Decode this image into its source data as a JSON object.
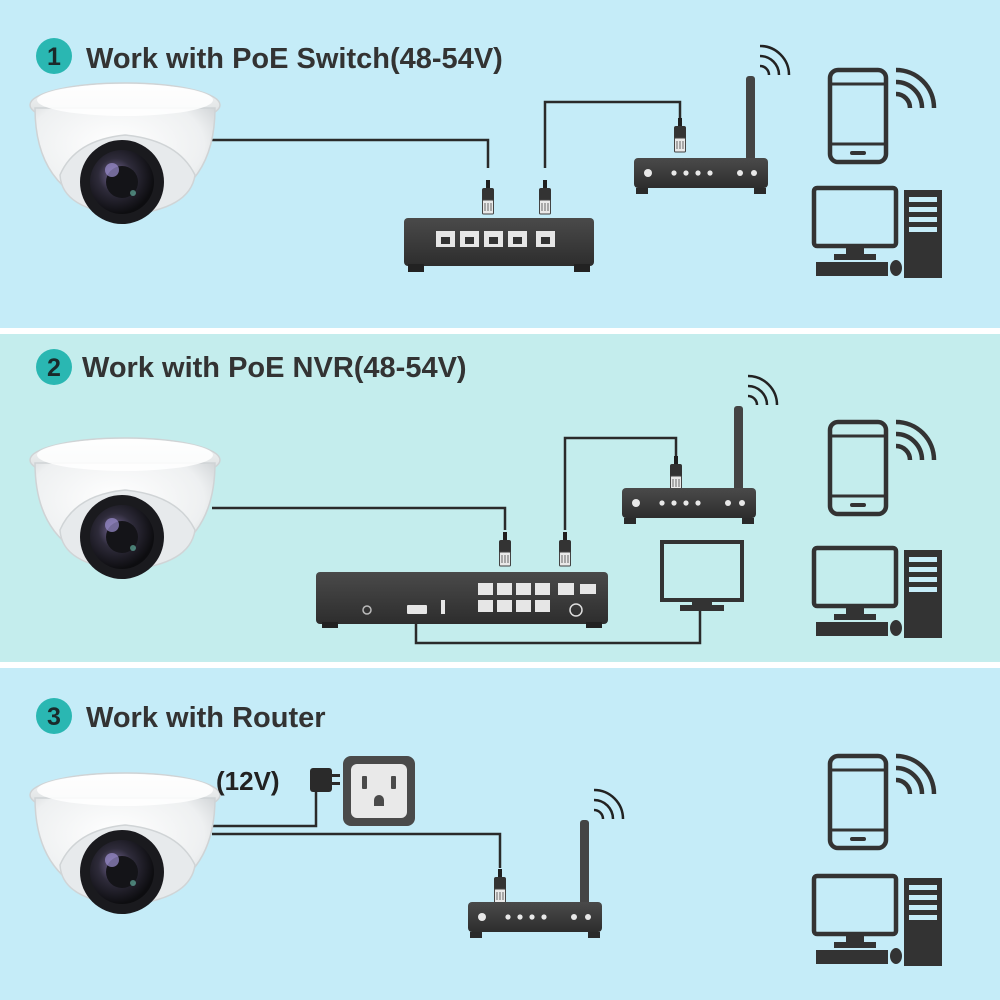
{
  "colors": {
    "panel_1": "#c5ecf8",
    "panel_2": "#c4eded",
    "panel_3": "#c5ecf8",
    "badge": "#2ab7b2",
    "device_dark": "#3b3b3b",
    "cable": "#2a2a2a",
    "title_text": "#333333"
  },
  "sections": [
    {
      "number": "1",
      "title": "Work with PoE Switch(48-54V)",
      "devices": [
        "dome-camera",
        "poe-switch",
        "router",
        "smartphone",
        "desktop-pc"
      ]
    },
    {
      "number": "2",
      "title": "Work with PoE NVR(48-54V)",
      "devices": [
        "dome-camera",
        "poe-nvr",
        "monitor",
        "router",
        "smartphone",
        "desktop-pc"
      ]
    },
    {
      "number": "3",
      "title": "Work with Router",
      "power_label": "(12V)",
      "devices": [
        "dome-camera",
        "power-adapter",
        "wall-outlet",
        "router",
        "smartphone",
        "desktop-pc"
      ]
    }
  ]
}
